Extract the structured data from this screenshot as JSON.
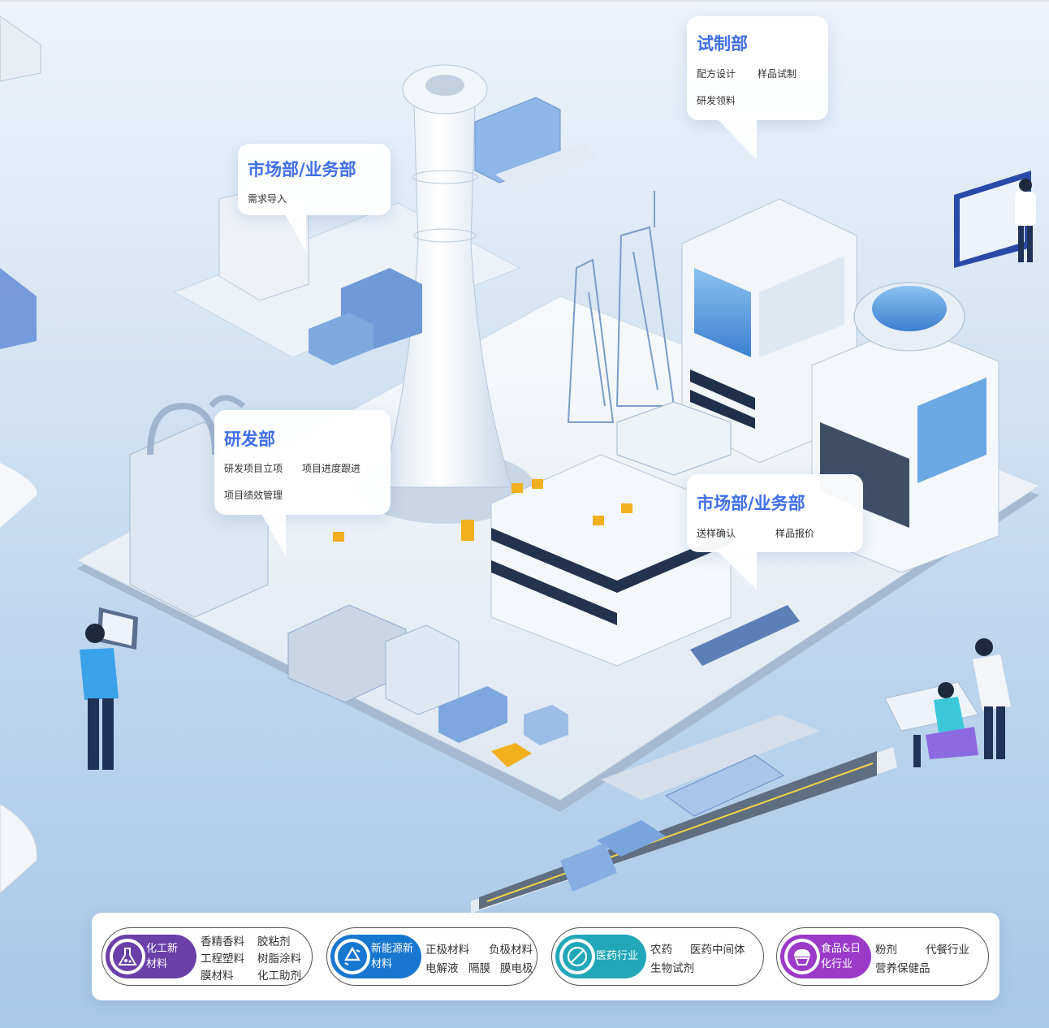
{
  "callouts": {
    "trial": {
      "title": "试制部",
      "items": [
        "配方设计",
        "样品试制",
        "研发领料"
      ]
    },
    "market_top": {
      "title": "市场部/业务部",
      "items": [
        "需求导入"
      ]
    },
    "rnd": {
      "title": "研发部",
      "items": [
        "研发项目立项",
        "项目进度跟进",
        "项目绩效管理"
      ]
    },
    "market_bottom": {
      "title": "市场部/业务部",
      "items": [
        "送样确认",
        "样品报价"
      ]
    }
  },
  "industries": [
    {
      "label": "化工新\n材料",
      "icon": "flask-icon",
      "color": "#6a3fa8",
      "items": [
        "香精香料",
        "胶粘剂",
        "工程塑料",
        "树脂涂料",
        "膜材料",
        "化工助剂"
      ]
    },
    {
      "label": "新能源新\n材料",
      "icon": "recycle-icon",
      "color": "#1777d0",
      "items": [
        "正极材料",
        "负极材料",
        "电解液",
        "隔膜",
        "膜电极"
      ]
    },
    {
      "label": "医药行业",
      "icon": "pill-icon",
      "color": "#21a7b8",
      "items": [
        "农药",
        "医药中间体",
        "生物试剂"
      ]
    },
    {
      "label": "食品&日\n化行业",
      "icon": "cupcake-icon",
      "color": "#9b3ac8",
      "items": [
        "粉剂",
        "代餐行业",
        "营养保健品"
      ]
    }
  ],
  "colors": {
    "accent": "#3f6ee8"
  }
}
